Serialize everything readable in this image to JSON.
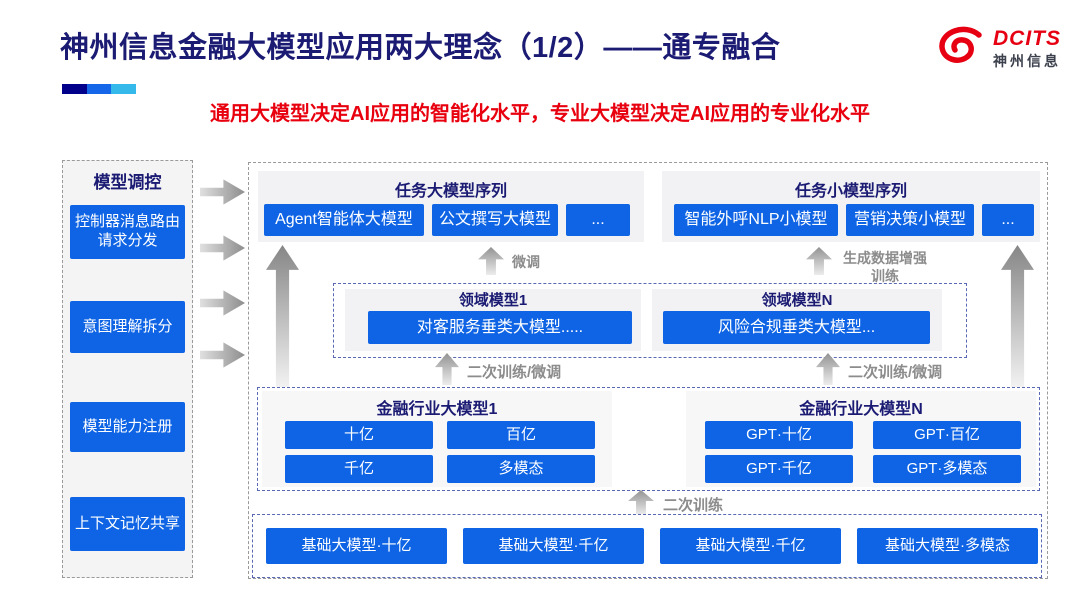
{
  "header": {
    "title": "神州信息金融大模型应用两大理念（1/2）——通专融合",
    "subtitle": "通用大模型决定AI应用的智能化水平，专业大模型决定AI应用的专业化水平",
    "logo": {
      "brand": "DCITS",
      "brand_cn": "神州信息"
    }
  },
  "colors": {
    "accent_blue": "#0e64e4",
    "title_navy": "#1b1b74",
    "subtitle_red": "#e8000f",
    "logo_red": "#e60012",
    "bar_segments": [
      "#00008b",
      "#1566e8",
      "#35b8ea"
    ]
  },
  "sidebar": {
    "title": "模型调控",
    "items": [
      {
        "label": "控制器消息路由请求分发"
      },
      {
        "label": "意图理解拆分"
      },
      {
        "label": "模型能力注册"
      },
      {
        "label": "上下文记忆共享"
      }
    ]
  },
  "diagram": {
    "task_large": {
      "title": "任务大模型序列",
      "items": [
        "Agent智能体大模型",
        "公文撰写大模型",
        "..."
      ]
    },
    "task_small": {
      "title": "任务小模型序列",
      "items": [
        "智能外呼NLP小模型",
        "营销决策小模型",
        "..."
      ]
    },
    "domain": {
      "groups": [
        {
          "title": "领域模型1",
          "item": "对客服务垂类大模型....."
        },
        {
          "title": "领域模型N",
          "item": "风险合规垂类大模型..."
        }
      ]
    },
    "industry": {
      "groups": [
        {
          "title": "金融行业大模型1",
          "items": [
            "十亿",
            "百亿",
            "千亿",
            "多模态"
          ]
        },
        {
          "title": "金融行业大模型N",
          "items": [
            "GPT·十亿",
            "GPT·百亿",
            "GPT·千亿",
            "GPT·多模态"
          ]
        }
      ]
    },
    "base_models": [
      "基础大模型·十亿",
      "基础大模型·千亿",
      "基础大模型·千亿",
      "基础大模型·多模态"
    ],
    "labels": {
      "finetune": "微调",
      "gen_data": "生成数据增强训练",
      "retrain_finetune_left": "二次训练/微调",
      "retrain_finetune_right": "二次训练/微调",
      "retrain": "二次训练"
    }
  }
}
